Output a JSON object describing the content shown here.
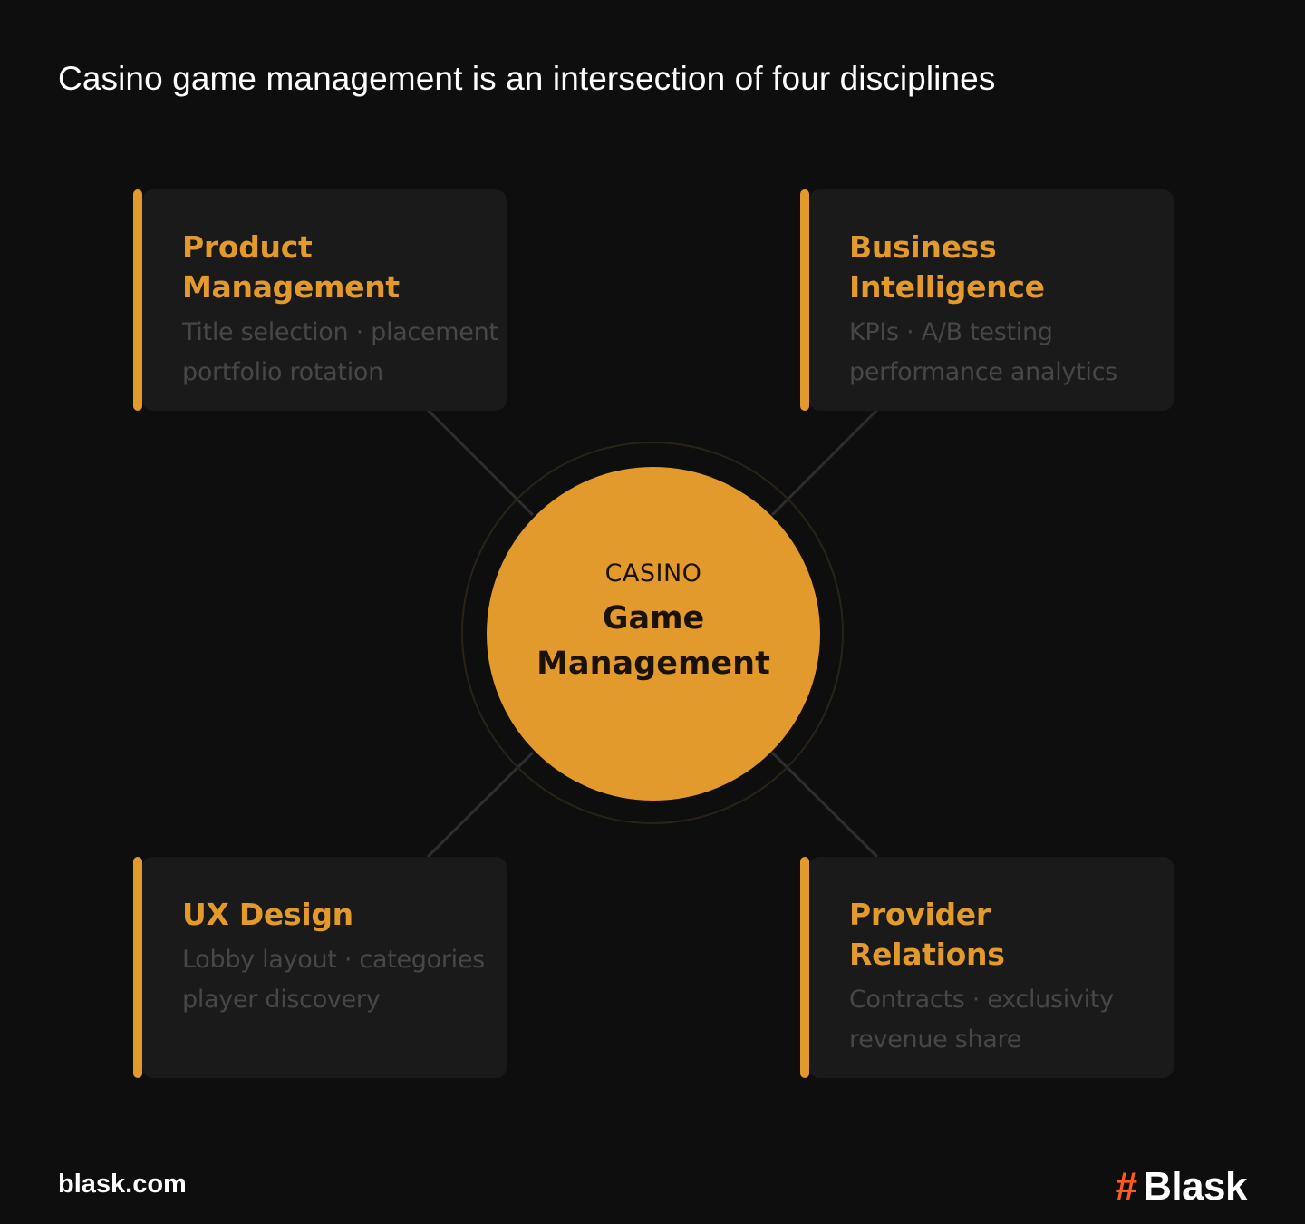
{
  "headline": "Casino game management is an intersection of four disciplines",
  "colors": {
    "background": "#0e0e0e",
    "card": "#1a1a1a",
    "accent": "#e29a2c",
    "muted_text": "#474747",
    "connector": "#2e2e2e",
    "brand_mark": "#ff5a1f"
  },
  "hub": {
    "eyebrow": "CASINO",
    "title_lines": [
      "Game",
      "Management"
    ]
  },
  "disciplines": [
    {
      "title_lines": [
        "Product",
        "Management"
      ],
      "desc_lines": [
        "Title selection · placement",
        "portfolio rotation"
      ]
    },
    {
      "title_lines": [
        "Business",
        "Intelligence"
      ],
      "desc_lines": [
        "KPIs · A/B testing",
        "performance analytics"
      ]
    },
    {
      "title_lines": [
        "UX Design"
      ],
      "desc_lines": [
        "Lobby layout · categories",
        "player discovery"
      ]
    },
    {
      "title_lines": [
        "Provider",
        "Relations"
      ],
      "desc_lines": [
        "Contracts · exclusivity",
        "revenue share"
      ]
    }
  ],
  "footer": {
    "url": "blask.com",
    "brand_mark": "#",
    "brand_name": "Blask",
    "brand_mark_icon": "hash-icon"
  }
}
